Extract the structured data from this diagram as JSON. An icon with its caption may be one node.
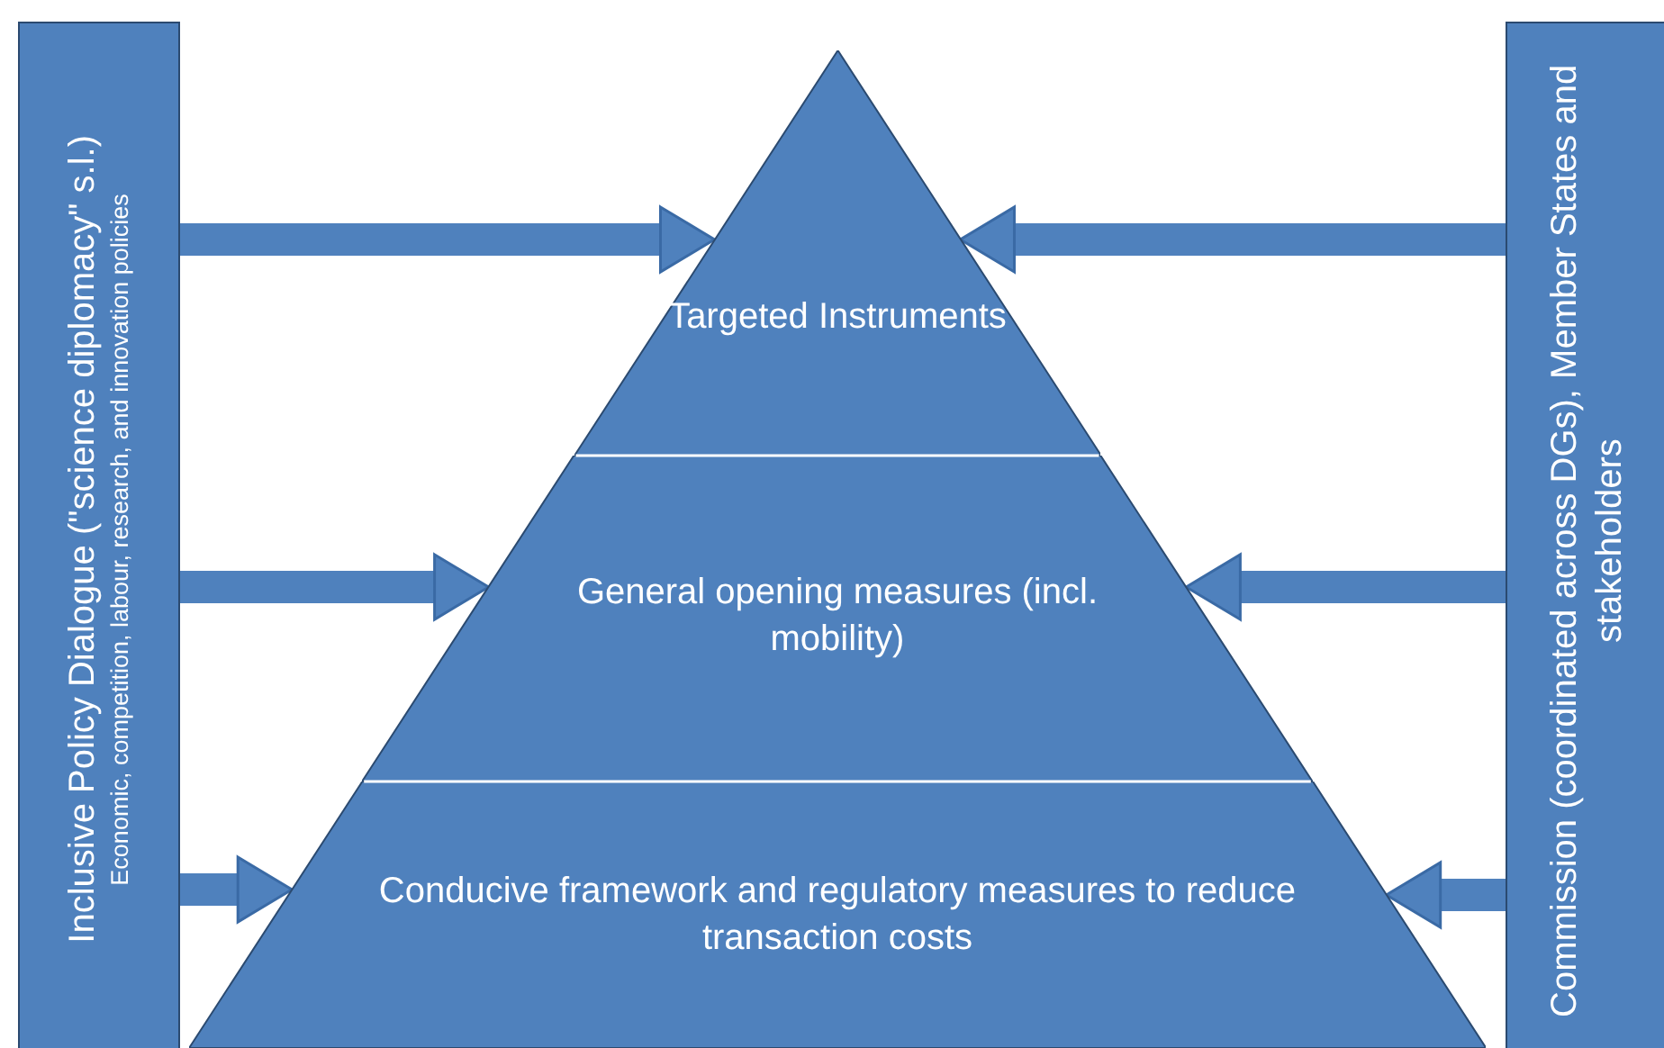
{
  "diagram": {
    "nodes": [
      {
        "text": [
          "Inclusive Policy Dialogue (\"science diplomacy\" s.l.)",
          "Economic, competition, labour, research, and innovation policies"
        ]
      },
      {
        "text": [
          "Commission (coordinated across DGs), Member States and stakeholders"
        ]
      },
      {
        "text": [
          "Targeted Instruments"
        ]
      },
      {
        "text": [
          "General opening measures (incl. mobility)"
        ]
      },
      {
        "text": [
          "Conducive framework and regulatory measures to reduce transaction costs"
        ]
      }
    ],
    "edges": [
      {
        "from": 0,
        "to": 2,
        "arrow": "to"
      },
      {
        "from": 0,
        "to": 3,
        "arrow": "to"
      },
      {
        "from": 0,
        "to": 4,
        "arrow": "to"
      },
      {
        "from": 1,
        "to": 2,
        "arrow": "to"
      },
      {
        "from": 1,
        "to": 3,
        "arrow": "to"
      },
      {
        "from": 1,
        "to": 4,
        "arrow": "to"
      }
    ]
  }
}
